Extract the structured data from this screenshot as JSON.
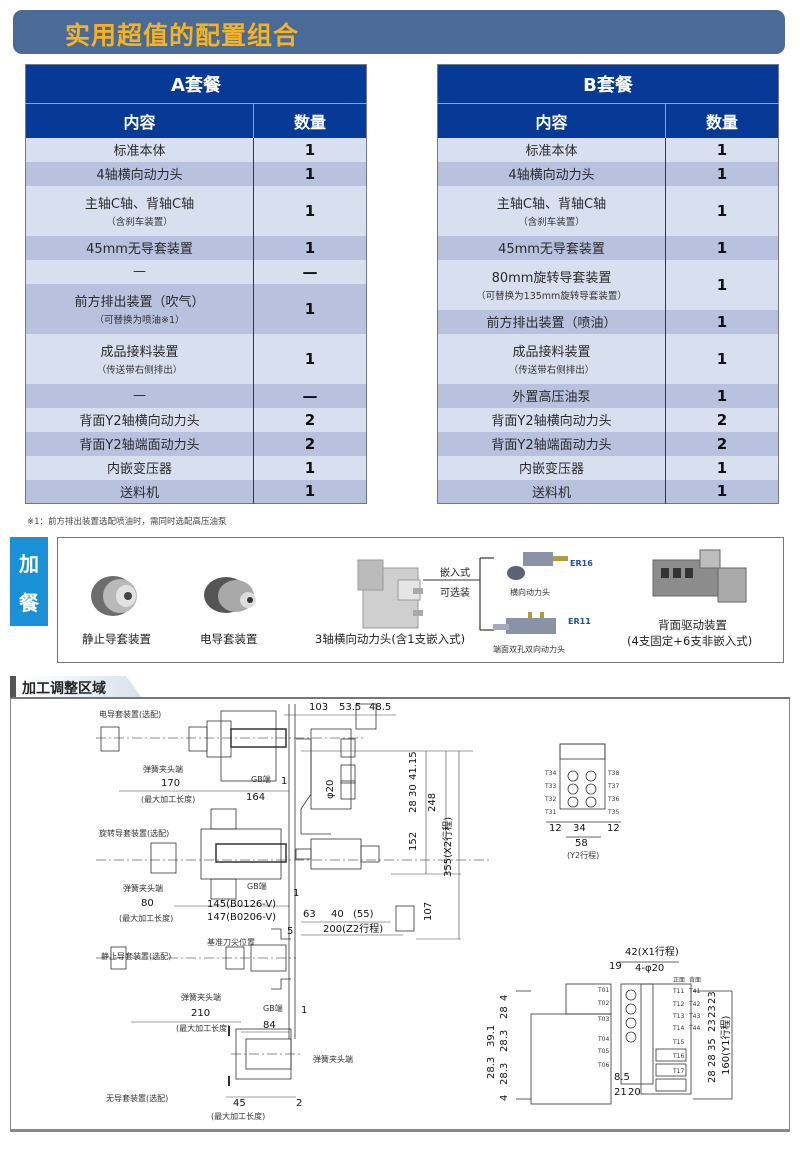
{
  "header": {
    "title": "实用超值的配置组合"
  },
  "packages": [
    {
      "name": "A套餐",
      "col_content": "内容",
      "col_qty": "数量",
      "rows": [
        {
          "item": "标准本体",
          "qty": "1"
        },
        {
          "item": "4轴横向动力头",
          "qty": "1"
        },
        {
          "item": "主轴C轴、背轴C轴",
          "sub": "（含刹车装置）",
          "qty": "1"
        },
        {
          "item": "45mm无导套装置",
          "qty": "1"
        },
        {
          "item": "—",
          "qty": "—"
        },
        {
          "item": "前方排出装置（吹气）",
          "sub": "（可替换为喷油※1）",
          "qty": "1"
        },
        {
          "item": "成品接料装置",
          "sub": "（传送带右侧排出）",
          "qty": "1"
        },
        {
          "item": "—",
          "qty": "—"
        },
        {
          "item": "背面Y2轴横向动力头",
          "qty": "2"
        },
        {
          "item": "背面Y2轴端面动力头",
          "qty": "2"
        },
        {
          "item": "内嵌变压器",
          "qty": "1"
        },
        {
          "item": "送料机",
          "qty": "1"
        }
      ]
    },
    {
      "name": "B套餐",
      "col_content": "内容",
      "col_qty": "数量",
      "rows": [
        {
          "item": "标准本体",
          "qty": "1"
        },
        {
          "item": "4轴横向动力头",
          "qty": "1"
        },
        {
          "item": "主轴C轴、背轴C轴",
          "sub": "（含刹车装置）",
          "qty": "1"
        },
        {
          "item": "45mm无导套装置",
          "qty": "1"
        },
        {
          "item": "80mm旋转导套装置",
          "sub": "（可替换为135mm旋转导套装置）",
          "qty": "1"
        },
        {
          "item": "前方排出装置（喷油）",
          "qty": "1"
        },
        {
          "item": "成品接料装置",
          "sub": "（传送带右侧排出）",
          "qty": "1"
        },
        {
          "item": "外置高压油泵",
          "qty": "1"
        },
        {
          "item": "背面Y2轴横向动力头",
          "qty": "2"
        },
        {
          "item": "背面Y2轴端面动力头",
          "qty": "2"
        },
        {
          "item": "内嵌变压器",
          "qty": "1"
        },
        {
          "item": "送料机",
          "qty": "1"
        }
      ]
    }
  ],
  "footnote": "※1：前方排出装置选配喷油时，需同时选配高压油泵",
  "addons": {
    "tag_line1": "加",
    "tag_line2": "餐",
    "items": {
      "static_guide": "静止导套装置",
      "electric_guide": "电导套装置",
      "three_axis": "3轴横向动力头(含1支嵌入式)",
      "embedded": "嵌入式",
      "optional": "可选装",
      "er16": "ER16",
      "er16_caption": "横向动力头",
      "er11": "ER11",
      "er11_caption": "端面双孔双向动力头",
      "back_drive_line1": "背面驱动装置",
      "back_drive_line2": "(4支固定+6支非嵌入式)"
    },
    "accent_color": "#1a90d6"
  },
  "section": {
    "title": "加工调整区域",
    "labels": {
      "electric_guide_opt": "电导套装置(选配)",
      "collet_end_1": "弹簧夹头端",
      "gb_end_1": "GB端",
      "max_len_1": "(最大加工长度)",
      "rotary_guide_opt": "旋转导套装置(选配)",
      "collet_end_2": "弹簧夹头端",
      "gb_end_2": "GB端",
      "max_len_2": "(最大加工长度)",
      "ref_tool_pos": "基准刀尖位置",
      "static_guide_opt": "静止导套装置(选配)",
      "collet_end_3": "弹簧夹头端",
      "gb_end_3": "GB端",
      "max_len_3": "(最大加工长度)",
      "collet_end_4": "弹簧夹头端",
      "no_guide_opt": "无导套装置(选配)",
      "max_len_4": "(最大加工长度)",
      "y2_stroke": "(Y2行程)",
      "front": "正面",
      "back": "背面"
    },
    "dims": {
      "d103": "103",
      "d53_5": "53.5",
      "d48_5": "48.5",
      "d170": "170",
      "d164": "164",
      "d1a": "1",
      "d41_15": "41.15",
      "d30": "30",
      "d28a": "28",
      "d248": "248",
      "d152": "152",
      "d355": "355(X2行程)",
      "d107": "107",
      "phi20": "φ20",
      "d80": "80",
      "d145": "145(B0126-V)",
      "d147": "147(B0206-V)",
      "d1b": "1",
      "d63": "63",
      "d40": "40",
      "d55": "(55)",
      "d5": "5",
      "d200": "200(Z2行程)",
      "d210": "210",
      "d84": "84",
      "d1c": "1",
      "d45": "45",
      "d2": "2",
      "d12a": "12",
      "d34": "34",
      "d12b": "12",
      "d58": "58",
      "d42": "42(X1行程)",
      "d19": "19",
      "phi4_20": "4-φ20",
      "d4a": "4",
      "d28b": "28",
      "d39_1": "39.1",
      "d28_3a": "28.3",
      "d28_3b": "28.3",
      "d28_3c": "28.3",
      "d4b": "4",
      "d8_5": "8.5",
      "d21": "21",
      "d20": "20",
      "d23a": "23",
      "d23b": "23",
      "d23c": "23",
      "d35": "35",
      "d28c": "28",
      "d28d": "28",
      "d160": "160(Y1行程)"
    },
    "tools_y2": [
      "T34",
      "T33",
      "T32",
      "T31",
      "T38",
      "T37",
      "T36",
      "T35"
    ],
    "tools_front": [
      "T11",
      "T12",
      "T13",
      "T14",
      "T15",
      "T16",
      "T17"
    ],
    "tools_back": [
      "T41",
      "T42",
      "T43",
      "T44"
    ],
    "tools_side": [
      "T01",
      "T02",
      "T03",
      "T04",
      "T05",
      "T06"
    ]
  },
  "colors": {
    "title_bar": "#4a6a98",
    "title_text": "#f5b323",
    "table_header": "#063a96",
    "row_light": "#d8e0f0",
    "row_dark": "#b8c2de"
  }
}
